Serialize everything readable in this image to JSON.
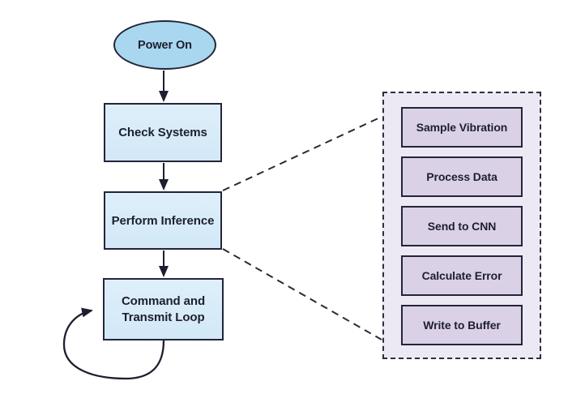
{
  "flow": {
    "start": {
      "label": "Power On",
      "shape": "ellipse"
    },
    "steps": [
      {
        "label": "Check Systems"
      },
      {
        "label": "Perform Inference"
      },
      {
        "label_line1": "Command and",
        "label_line2": "Transmit Loop"
      }
    ]
  },
  "panel": {
    "items": [
      {
        "label": "Sample Vibration"
      },
      {
        "label": "Process Data"
      },
      {
        "label": "Send to CNN"
      },
      {
        "label": "Calculate Error"
      },
      {
        "label": "Write to Buffer"
      }
    ]
  },
  "colors": {
    "ellipse_fill": "#a9d7f0",
    "step_fill": "#d9ecf9",
    "panel_fill": "#ede9f4",
    "panel_item_fill": "#dbd1e6",
    "node_border": "#232538",
    "connector": "#1d1f2e",
    "text": "#1d1f2e",
    "background": "#ffffff"
  }
}
